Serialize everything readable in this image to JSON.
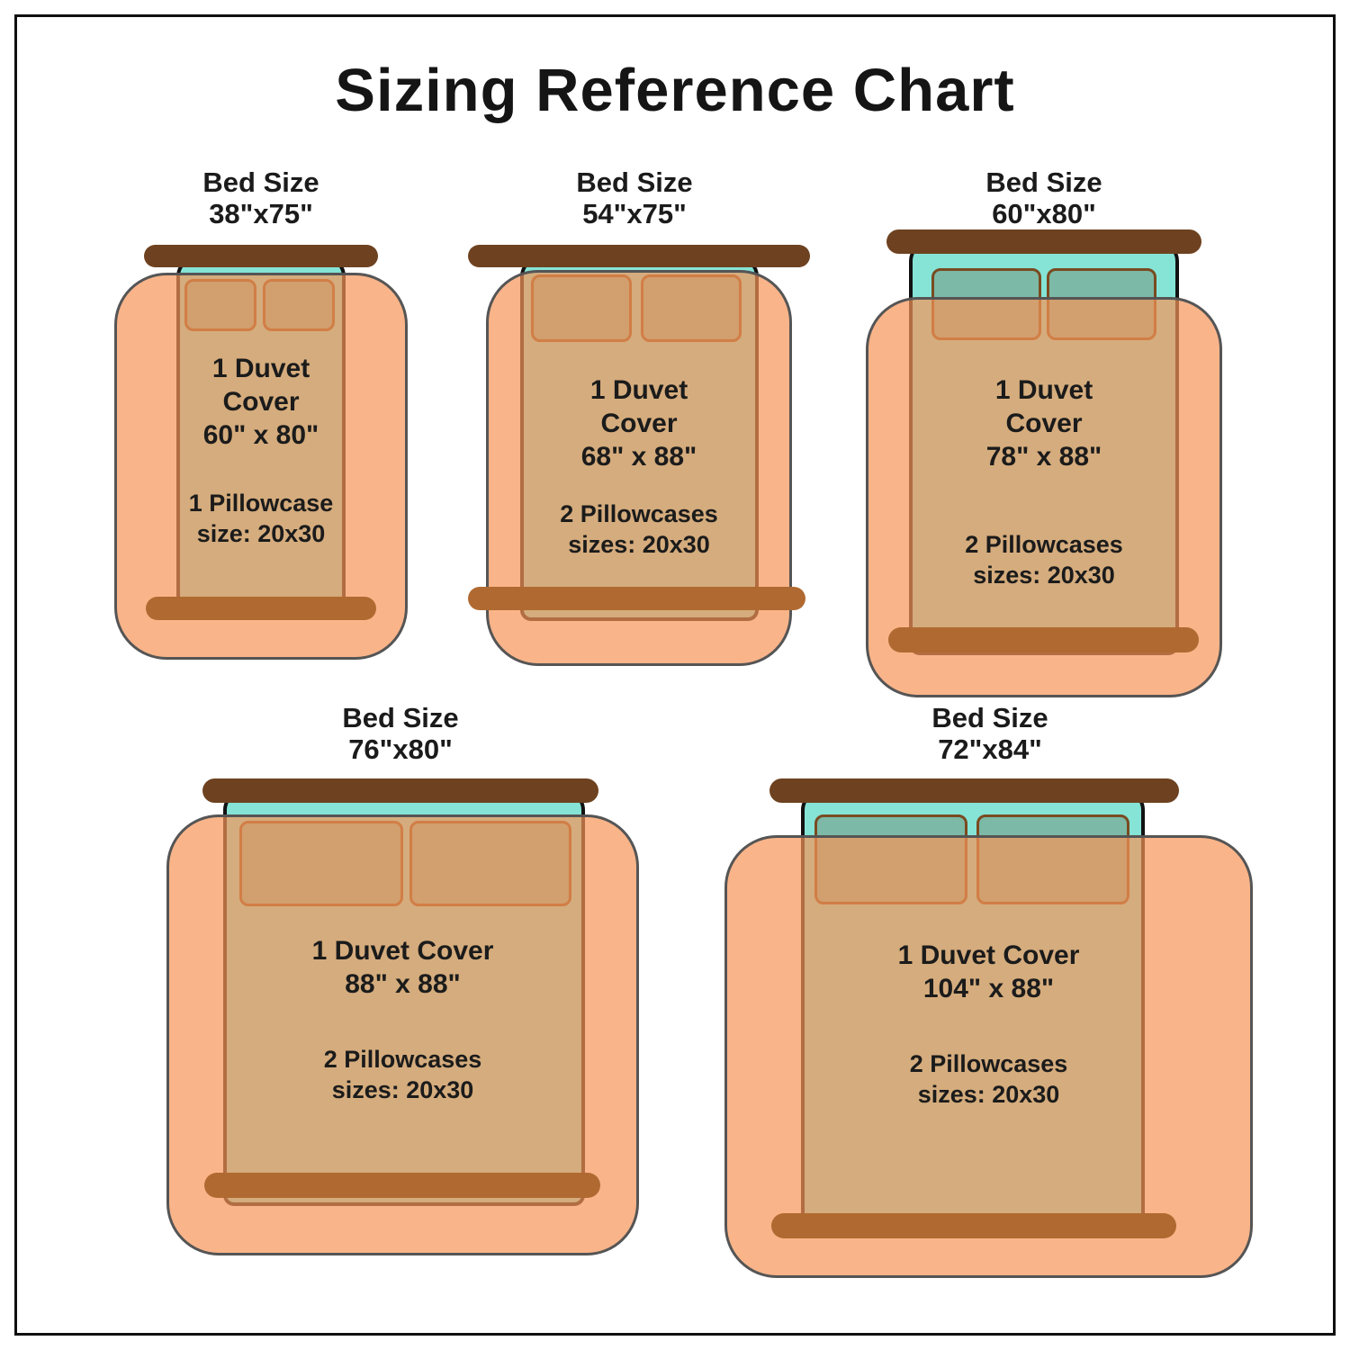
{
  "title": "Sizing Reference Chart",
  "colors": {
    "background": "#FFFFFF",
    "frame_border": "#101010",
    "title_text": "#151515",
    "text_dark": "#1B1B1B",
    "headboard_brown": "#6E4220",
    "footboard_brown": "#B06A31",
    "sheet_teal": "#85E4D6",
    "mattress_outline": "#121212",
    "pillow_outline": "#7A4A21",
    "duvet_orange": "#F69457",
    "duvet_outline": "#555555"
  },
  "beds": [
    {
      "header_title": "Bed Size",
      "header_size": "38\"x75\"",
      "duvet_label": "1 Duvet Cover",
      "duvet_size": "60\" x 80\"",
      "pillowcase_label": "1 Pillowcase",
      "pillowcase_size": "size: 20x30"
    },
    {
      "header_title": "Bed Size",
      "header_size": "54\"x75\"",
      "duvet_label": "1 Duvet Cover",
      "duvet_size": "68\" x 88\"",
      "pillowcase_label": "2 Pillowcases",
      "pillowcase_size": "sizes: 20x30"
    },
    {
      "header_title": "Bed Size",
      "header_size": "60\"x80\"",
      "duvet_label": "1 Duvet Cover",
      "duvet_size": "78\" x 88\"",
      "pillowcase_label": "2 Pillowcases",
      "pillowcase_size": "sizes: 20x30"
    },
    {
      "header_title": "Bed Size",
      "header_size": "76\"x80\"",
      "duvet_label": "1 Duvet Cover",
      "duvet_size": "88\" x 88\"",
      "pillowcase_label": "2 Pillowcases",
      "pillowcase_size": "sizes: 20x30"
    },
    {
      "header_title": "Bed Size",
      "header_size": "72\"x84\"",
      "duvet_label": "1 Duvet Cover",
      "duvet_size": "104\" x 88\"",
      "pillowcase_label": "2 Pillowcases",
      "pillowcase_size": "sizes: 20x30"
    }
  ]
}
